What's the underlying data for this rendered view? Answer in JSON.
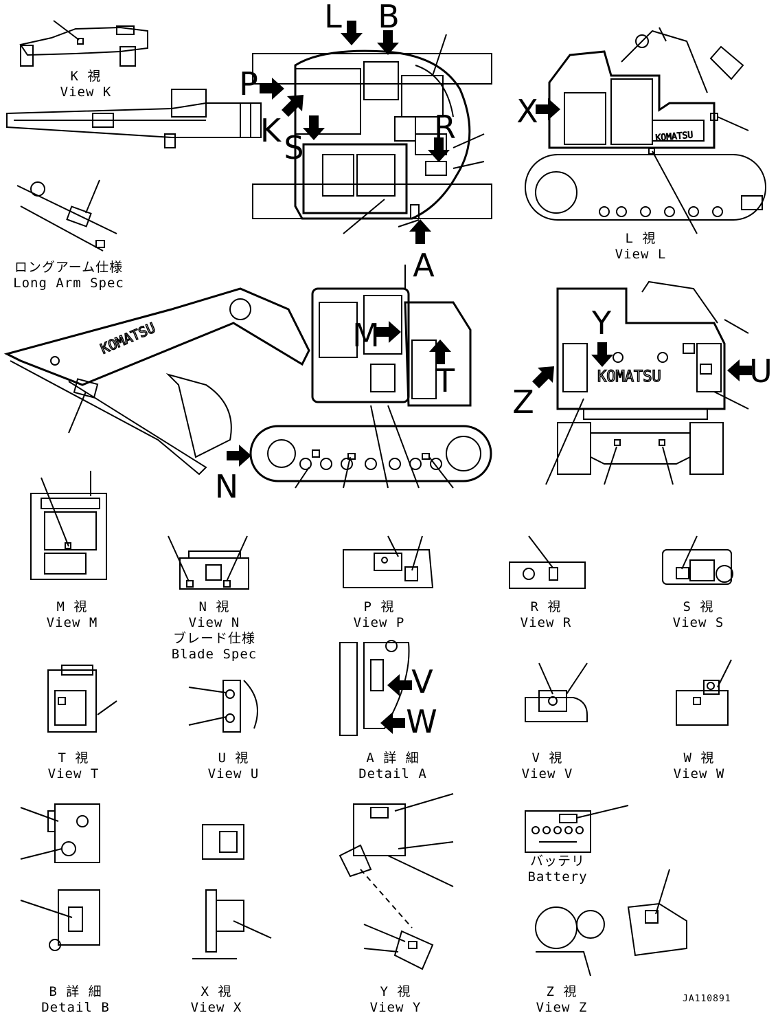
{
  "captions": {
    "k": [
      "K 視",
      "View K"
    ],
    "long_arm": [
      "ロングアーム仕様",
      "Long Arm Spec"
    ],
    "l": [
      "L 視",
      "View L"
    ],
    "m": [
      "M 視",
      "View M"
    ],
    "n": [
      "N 視",
      "View N",
      "ブレード仕様",
      "Blade Spec"
    ],
    "p": [
      "P 視",
      "View P"
    ],
    "r": [
      "R 視",
      "View R"
    ],
    "s": [
      "S 視",
      "View S"
    ],
    "t": [
      "T 視",
      "View T"
    ],
    "u": [
      "U 視",
      "View U"
    ],
    "a": [
      "A 詳 細",
      "Detail A"
    ],
    "v": [
      "V 視",
      "View V"
    ],
    "w": [
      "W 視",
      "View W"
    ],
    "battery": [
      "バッテリ",
      "Battery"
    ],
    "b": [
      "B 詳 細",
      "Detail B"
    ],
    "x": [
      "X 視",
      "View X"
    ],
    "y": [
      "Y 視",
      "View Y"
    ],
    "z": [
      "Z 視",
      "View Z"
    ]
  },
  "arrow_labels": {
    "L": "L",
    "B": "B",
    "P": "P",
    "K": "K",
    "S": "S",
    "R": "R",
    "A": "A",
    "X": "X",
    "M": "M",
    "T": "T",
    "N": "N",
    "Y": "Y",
    "U": "U",
    "Z": "Z",
    "V": "V",
    "W": "W"
  },
  "brand": "KOMATSU",
  "drawing_code": "JA110891"
}
